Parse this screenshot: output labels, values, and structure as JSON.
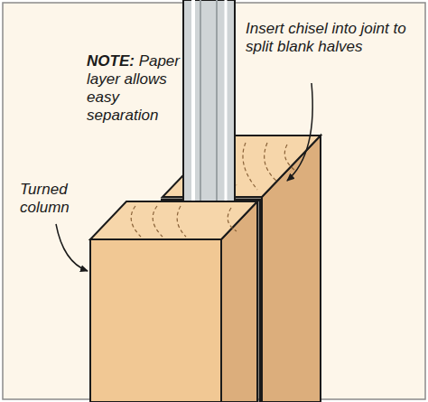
{
  "diagram": {
    "labels": [
      "NOTE:",
      "Paper layer allows easy separation",
      "Insert chisel into joint to split blank halves",
      "Turned column"
    ]
  }
}
